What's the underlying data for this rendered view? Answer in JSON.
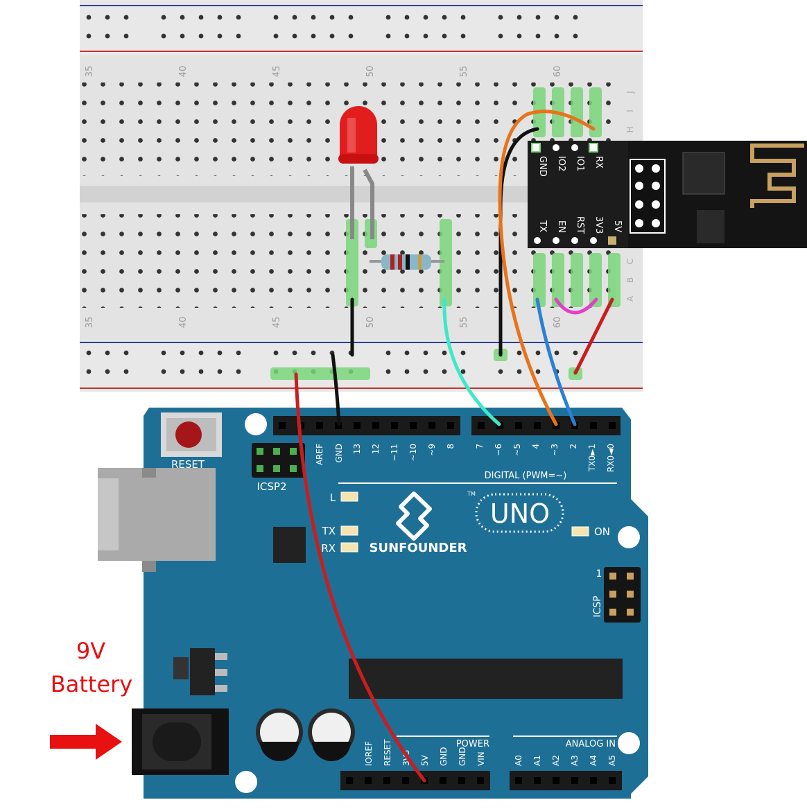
{
  "breadboard": {
    "column_numbers": [
      "35",
      "40",
      "45",
      "50",
      "55",
      "60"
    ],
    "row_letters_top": [
      "J",
      "I",
      "H"
    ],
    "row_letters_bottom": [
      "C",
      "B",
      "A"
    ]
  },
  "esp_module": {
    "pins_top": [
      "GND",
      "IO2",
      "IO1",
      "RX"
    ],
    "pins_bottom": [
      "TX",
      "EN",
      "RST",
      "3V3",
      "5V"
    ]
  },
  "arduino": {
    "reset_label": "RESET",
    "icsp2_label": "ICSP2",
    "icsp_label": "ICSP",
    "icsp_pin1": "1",
    "brand": "SUNFOUNDER",
    "model": "UNO",
    "tm": "TM",
    "on_label": "ON",
    "led_l": "L",
    "led_tx": "TX",
    "led_rx": "RX",
    "digital_label": "DIGITAL (PWM=~)",
    "power_label": "POWER",
    "analog_label": "ANALOG IN",
    "digital_pins": [
      "AREF",
      "GND",
      "13",
      "12",
      "~11",
      "~10",
      "~9",
      "8",
      "7",
      "~6",
      "~5",
      "4",
      "~3",
      "2",
      "TX0►1",
      "RX0◄0"
    ],
    "power_pins": [
      "IOREF",
      "RESET",
      "3V3",
      "5V",
      "GND",
      "GND",
      "VIN"
    ],
    "analog_pins": [
      "A0",
      "A1",
      "A2",
      "A3",
      "A4",
      "A5"
    ]
  },
  "battery": {
    "line1": "9V",
    "line2": "Battery"
  },
  "colors": {
    "board_blue": "#1e6f96",
    "breadboard_gray": "#dcdcdc",
    "wire_red": "#c81e1e",
    "wire_black": "#111111",
    "wire_orange": "#e8731a",
    "wire_blue": "#2b7fd6",
    "wire_cyan": "#3fe8c8",
    "wire_magenta": "#e040c8",
    "battery_text": "#e81010"
  }
}
